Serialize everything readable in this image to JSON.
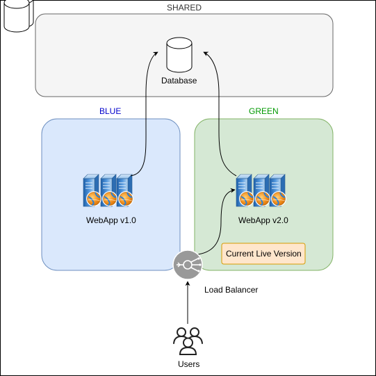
{
  "zones": {
    "shared": {
      "title": "SHARED",
      "fill": "#f5f5f5",
      "stroke": "#666666"
    },
    "blue": {
      "title": "BLUE",
      "title_color": "#0000cc",
      "fill": "#dae8fc",
      "stroke": "#6c8ebf"
    },
    "green": {
      "title": "GREEN",
      "title_color": "#009900",
      "fill": "#d5e8d4",
      "stroke": "#82b366"
    }
  },
  "nodes": {
    "database": {
      "label": "Database",
      "icon": "database-icon"
    },
    "webapp_v1": {
      "label": "WebApp v1.0",
      "icon": "server-cluster-icon"
    },
    "webapp_v2": {
      "label": "WebApp v2.0",
      "icon": "server-cluster-icon"
    },
    "live_badge": {
      "label": "Current Live Version",
      "fill": "#ffe6cc",
      "stroke": "#d79b00"
    },
    "load_balancer": {
      "label": "Load Balancer",
      "icon": "load-balancer-icon",
      "fill": "#999999"
    },
    "users": {
      "label": "Users",
      "icon": "users-icon"
    }
  },
  "edges": [
    {
      "from": "webapp_v1",
      "to": "database"
    },
    {
      "from": "webapp_v2",
      "to": "database"
    },
    {
      "from": "load_balancer",
      "to": "webapp_v2"
    },
    {
      "from": "users",
      "to": "load_balancer"
    }
  ]
}
